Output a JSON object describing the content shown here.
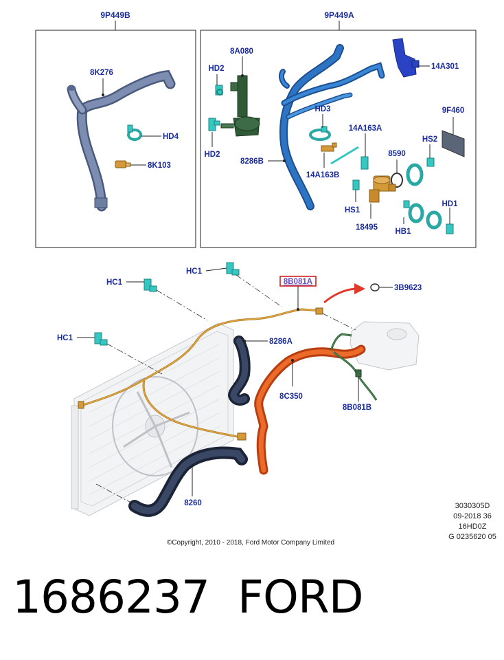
{
  "boxes": {
    "left_title": "9P449B",
    "right_title": "9P449A"
  },
  "labels": {
    "p8K276": "8K276",
    "HD4": "HD4",
    "p8K103": "8K103",
    "p8A080": "8A080",
    "HD2a": "HD2",
    "HD2b": "HD2",
    "p8286B": "8286B",
    "HD3": "HD3",
    "p14A163A": "14A163A",
    "p14A163B": "14A163B",
    "p14A301": "14A301",
    "p9F460": "9F460",
    "p8590": "8590",
    "HS2": "HS2",
    "HS1": "HS1",
    "p18495": "18495",
    "HB1": "HB1",
    "HD1": "HD1",
    "HC1a": "HC1",
    "HC1b": "HC1",
    "HC1c": "HC1",
    "p8B081A": "8B081A",
    "p3B9623": "3B9623",
    "p8286A": "8286A",
    "p8C350": "8C350",
    "p8B081B": "8B081B",
    "p8260": "8260"
  },
  "codes": {
    "line1": "3030305D",
    "line2": "09-2018 36",
    "line3": "16HD0Z",
    "line4": "G 0235620 05"
  },
  "copyright": "©Copyright, 2010 - 2018, Ford Motor Company Limited",
  "part_number": "1686237",
  "brand": "FORD",
  "colors": {
    "label_blue": "#1a2c9c",
    "hose_gray_blue": "#6d7ea3",
    "hose_blue": "#2e74c4",
    "hose_dark_blue": "#2c3a5a",
    "hose_orange": "#e0581c",
    "hose_green": "#3d6b45",
    "clip_cyan": "#36c7c2",
    "part_amber": "#d49a3a",
    "highlight_red": "#d42020"
  }
}
